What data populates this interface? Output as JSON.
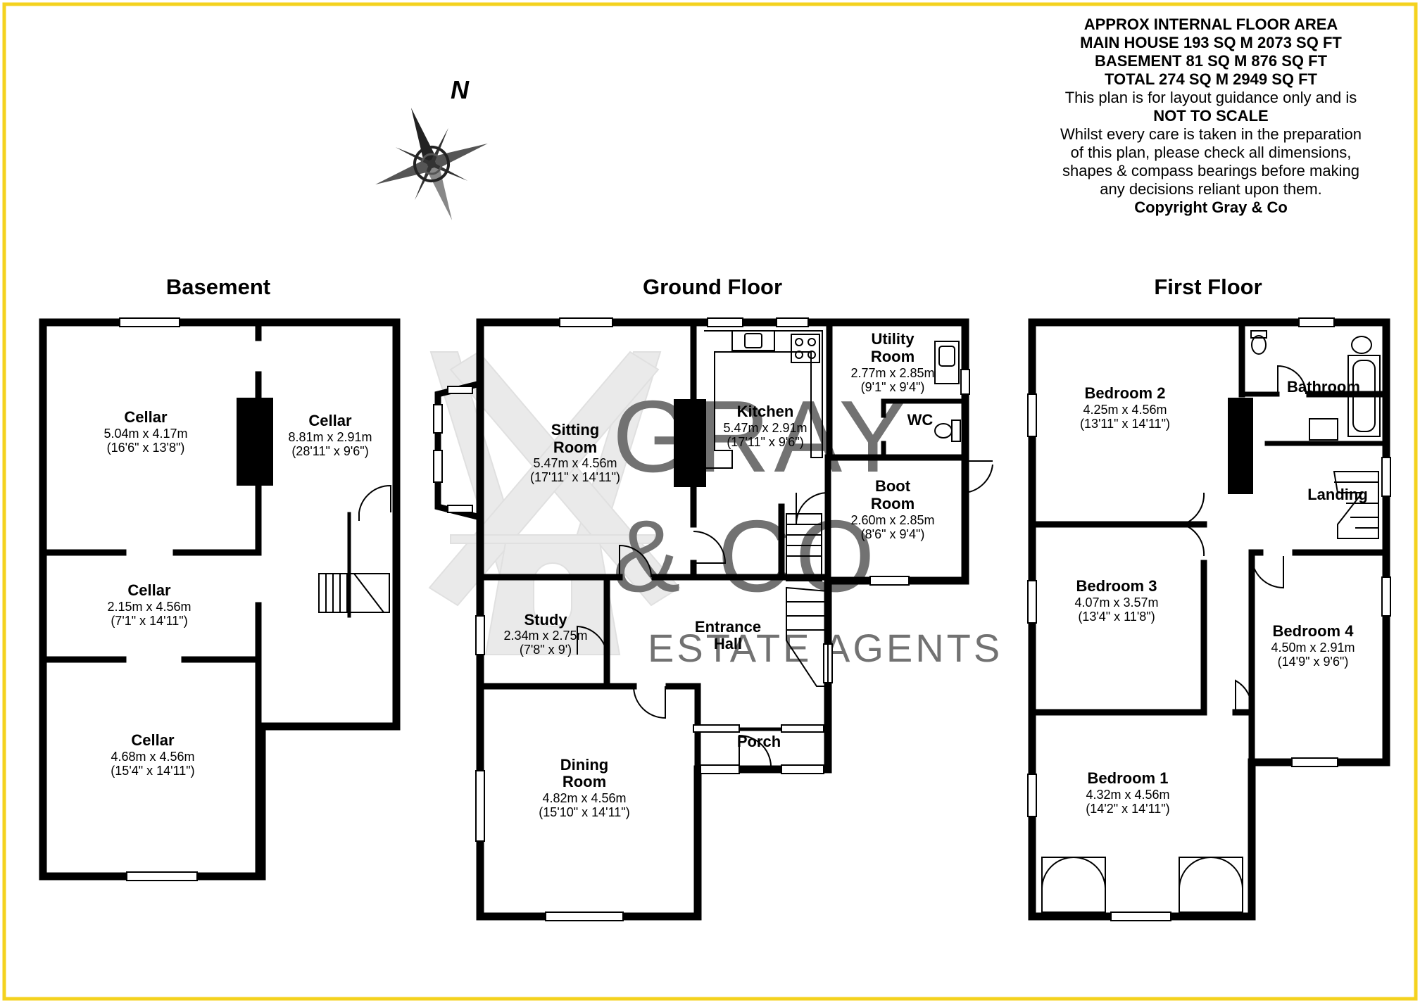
{
  "colors": {
    "frame": "#f4d21f",
    "wall": "#000000",
    "watermark": "#d9d9d9",
    "background": "#ffffff"
  },
  "compass": {
    "north_label": "N"
  },
  "info": {
    "line1": "APPROX INTERNAL FLOOR AREA",
    "line2": "MAIN HOUSE 193 SQ M 2073 SQ FT",
    "line3": "BASEMENT 81 SQ M 876 SQ FT",
    "line4": "TOTAL 274 SQ M 2949 SQ FT",
    "line5": "This plan is for layout guidance only and is",
    "line6": "NOT TO SCALE",
    "line7": "Whilst every care is taken in the preparation",
    "line8": "of this plan, please check all dimensions,",
    "line9": "shapes & compass bearings before making",
    "line10": "any decisions reliant upon them.",
    "line11": "Copyright Gray & Co"
  },
  "watermark": {
    "line1": "GRAY",
    "line2": "& CO",
    "line3": "ESTATE AGENTS"
  },
  "floors": {
    "basement": {
      "title": "Basement",
      "rooms": [
        {
          "name": "Cellar",
          "metric": "5.04m x 4.17m",
          "imperial": "(16'6\" x 13'8\")"
        },
        {
          "name": "Cellar",
          "metric": "8.81m x 2.91m",
          "imperial": "(28'11\" x 9'6\")"
        },
        {
          "name": "Cellar",
          "metric": "2.15m x 4.56m",
          "imperial": "(7'1\" x 14'11\")"
        },
        {
          "name": "Cellar",
          "metric": "4.68m x 4.56m",
          "imperial": "(15'4\" x 14'11\")"
        }
      ]
    },
    "ground": {
      "title": "Ground Floor",
      "rooms": [
        {
          "name1": "Sitting",
          "name2": "Room",
          "metric": "5.47m x 4.56m",
          "imperial": "(17'11\" x 14'11\")"
        },
        {
          "name": "Kitchen",
          "metric": "5.47m x 2.91m",
          "imperial": "(17'11\" x 9'6\")"
        },
        {
          "name1": "Utility",
          "name2": "Room",
          "metric": "2.77m x 2.85m",
          "imperial": "(9'1\" x 9'4\")"
        },
        {
          "name": "WC"
        },
        {
          "name1": "Boot",
          "name2": "Room",
          "metric": "2.60m x 2.85m",
          "imperial": "(8'6\" x 9'4\")"
        },
        {
          "name": "Study",
          "metric": "2.34m x 2.75m",
          "imperial": "(7'8\" x 9')"
        },
        {
          "name1": "Entrance",
          "name2": "Hall"
        },
        {
          "name": "Porch"
        },
        {
          "name1": "Dining",
          "name2": "Room",
          "metric": "4.82m x 4.56m",
          "imperial": "(15'10\" x 14'11\")"
        }
      ]
    },
    "first": {
      "title": "First Floor",
      "rooms": [
        {
          "name": "Bedroom 2",
          "metric": "4.25m x 4.56m",
          "imperial": "(13'11\" x 14'11\")"
        },
        {
          "name": "Bathroom"
        },
        {
          "name": "Landing"
        },
        {
          "name": "Bedroom 3",
          "metric": "4.07m x 3.57m",
          "imperial": "(13'4\" x 11'8\")"
        },
        {
          "name": "Bedroom 4",
          "metric": "4.50m x 2.91m",
          "imperial": "(14'9\" x 9'6\")"
        },
        {
          "name": "Bedroom 1",
          "metric": "4.32m x 4.56m",
          "imperial": "(14'2\" x 14'11\")"
        }
      ]
    }
  }
}
